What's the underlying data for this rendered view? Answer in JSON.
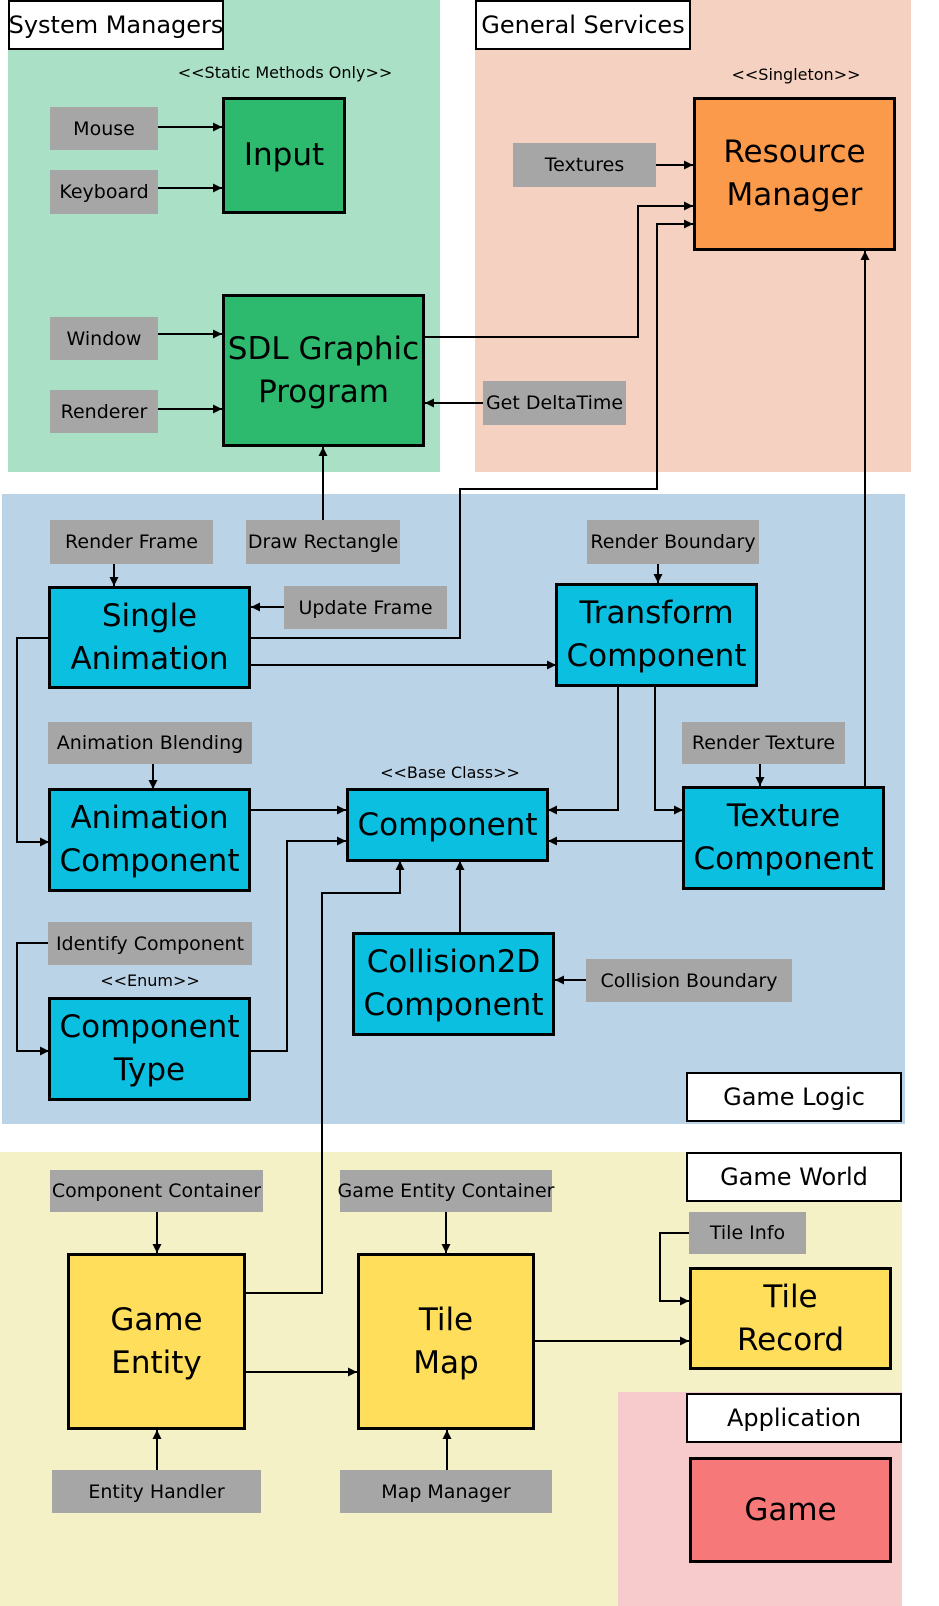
{
  "colors": {
    "system": "#aae0c6",
    "services": "#f5d1c1",
    "logic": "#bbd3e7",
    "world": "#f5f1c7",
    "app": "#f7cacc",
    "green_node": "#2db96e",
    "orange_node": "#fc9a4c",
    "cyan_node": "#0bbfe1",
    "yellow_node": "#fede5a",
    "red_node": "#f77878",
    "tag_gray": "#a6a6a6"
  },
  "regions": {
    "system_managers": "System Managers",
    "general_services": "General Services",
    "game_logic": "Game Logic",
    "game_world": "Game World",
    "application": "Application"
  },
  "stereotypes": {
    "static": "<<Static Methods Only>>",
    "singleton": "<<Singleton>>",
    "base": "<<Base Class>>",
    "enum": "<<Enum>>"
  },
  "nodes": {
    "input": "Input",
    "sdl": "SDL Graphic\nProgram",
    "resource": "Resource\nManager",
    "single_anim": "Single\nAnimation",
    "transform": "Transform\nComponent",
    "anim_comp": "Animation\nComponent",
    "component": "Component",
    "texture": "Texture\nComponent",
    "collision": "Collision2D\nComponent",
    "comp_type": "Component\nType",
    "game_entity": "Game\nEntity",
    "tile_map": "Tile\nMap",
    "tile_record": "Tile\nRecord",
    "game": "Game"
  },
  "tags": {
    "mouse": "Mouse",
    "keyboard": "Keyboard",
    "window": "Window",
    "renderer": "Renderer",
    "textures": "Textures",
    "get_delta": "Get DeltaTime",
    "render_frame": "Render Frame",
    "draw_rect": "Draw Rectangle",
    "update_frame": "Update Frame",
    "render_boundary": "Render Boundary",
    "anim_blending": "Animation Blending",
    "render_texture": "Render Texture",
    "identify_comp": "Identify Component",
    "collision_boundary": "Collision Boundary",
    "comp_container": "Component Container",
    "entity_container": "Game Entity Container",
    "tile_info": "Tile Info",
    "entity_handler": "Entity Handler",
    "map_manager": "Map Manager"
  }
}
